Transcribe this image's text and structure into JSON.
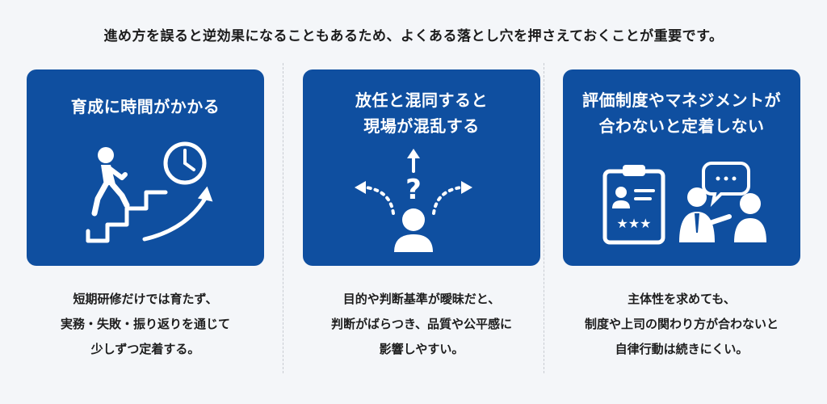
{
  "headline": "進め方を誤ると逆効果になることもあるため、よくある落とし穴を押さえておくことが重要です。",
  "colors": {
    "card_bg": "#0f4fa0",
    "card_fg": "#ffffff",
    "page_bg": "#f4f6f9"
  },
  "cards": [
    {
      "title": "育成に時間がかかる",
      "icon": "stairs-climber-clock-icon",
      "description": "短期研修だけでは育たず、\n実務・失敗・振り返りを通じて\n少しずつ定着する。"
    },
    {
      "title": "放任と混同すると\n現場が混乱する",
      "icon": "confused-person-arrows-icon",
      "description": "目的や判断基準が曖昧だと、\n判断がばらつき、品質や公平感に\n影響しやすい。"
    },
    {
      "title": "評価制度やマネジメントが\n合わないと定着しない",
      "icon": "evaluation-clipboard-meeting-icon",
      "description": "主体性を求めても、\n制度や上司の関わり方が合わないと\n自律行動は続きにくい。"
    }
  ]
}
